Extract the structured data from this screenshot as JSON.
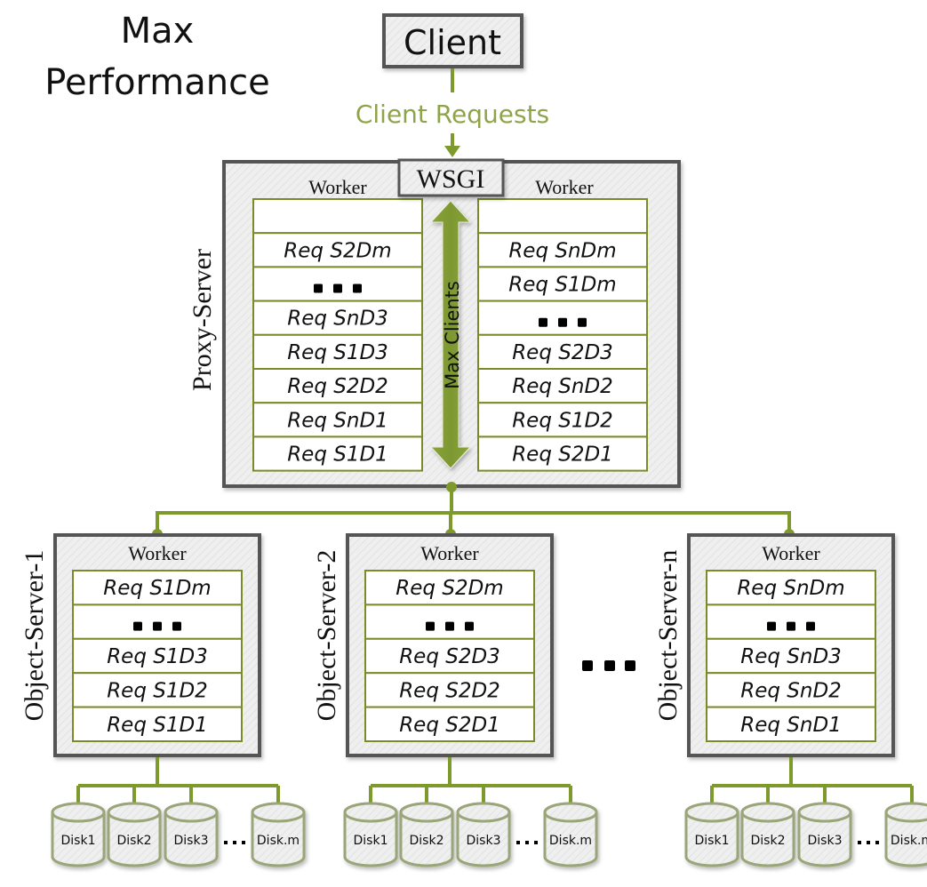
{
  "title": {
    "line1": "Max",
    "line2": "Performance"
  },
  "client": {
    "label": "Client",
    "requests_label": "Client Requests"
  },
  "colors": {
    "accent": "#7f9a2c",
    "frame": "#555555",
    "cell_border": "#7a8c2a",
    "client_requests_text": "#8fa44a"
  },
  "proxy": {
    "label": "Proxy-Server",
    "wsgi": "WSGI",
    "max_clients": "Max Clients",
    "workers": [
      {
        "label": "Worker",
        "rows": [
          "",
          "Req S2Dm",
          "...",
          "Req SnD3",
          "Req S1D3",
          "Req S2D2",
          "Req SnD1",
          "Req S1D1"
        ]
      },
      {
        "label": "Worker",
        "rows": [
          "",
          "Req SnDm",
          "Req S1Dm",
          "...",
          "Req S2D3",
          "Req SnD2",
          "Req S1D2",
          "Req S2D1"
        ]
      }
    ]
  },
  "object_servers": [
    {
      "label": "Object-Server-1",
      "worker": "Worker",
      "rows": [
        "Req S1Dm",
        "...",
        "Req S1D3",
        "Req S1D2",
        "Req S1D1"
      ],
      "disks": [
        "Disk1",
        "Disk2",
        "Disk3",
        "Disk.m"
      ]
    },
    {
      "label": "Object-Server-2",
      "worker": "Worker",
      "rows": [
        "Req S2Dm",
        "...",
        "Req S2D3",
        "Req S2D2",
        "Req S2D1"
      ],
      "disks": [
        "Disk1",
        "Disk2",
        "Disk3",
        "Disk.m"
      ]
    },
    {
      "label": "Object-Server-n",
      "worker": "Worker",
      "rows": [
        "Req SnDm",
        "...",
        "Req SnD3",
        "Req SnD2",
        "Req SnD1"
      ],
      "disks": [
        "Disk1",
        "Disk2",
        "Disk3",
        "Disk.m"
      ]
    }
  ],
  "servers_ellipsis": "..."
}
